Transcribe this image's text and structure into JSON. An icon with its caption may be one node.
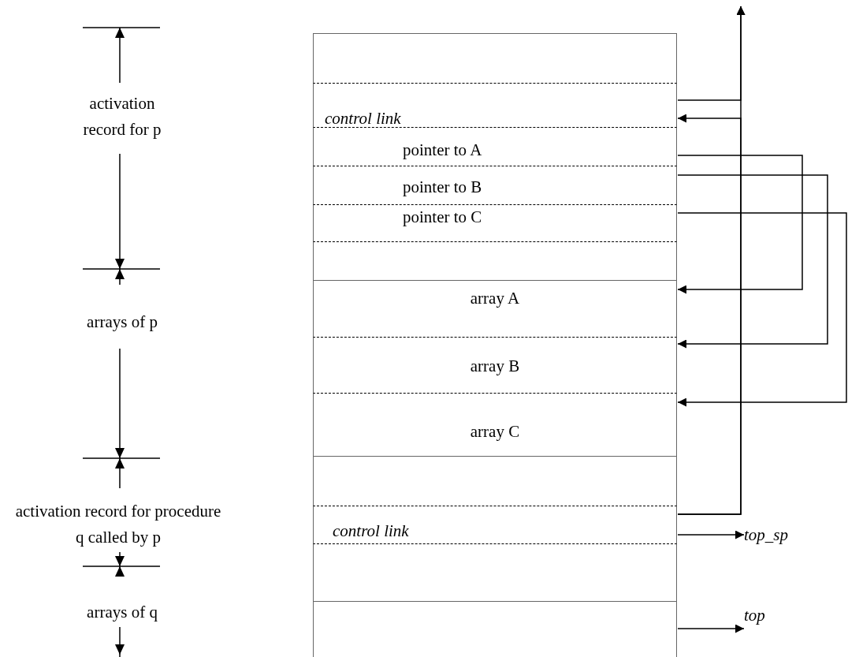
{
  "diagram": {
    "nodes": [
      {
        "text": [],
        "shape": "box"
      },
      {
        "text": [
          "control link"
        ]
      },
      {
        "text": [
          "pointer to A"
        ]
      },
      {
        "text": [
          "pointer to B"
        ]
      },
      {
        "text": [
          "pointer to C"
        ]
      },
      {
        "text": [],
        "shape": "box"
      },
      {
        "text": [
          "array A"
        ]
      },
      {
        "text": [
          "array B"
        ]
      },
      {
        "text": [
          "array C"
        ]
      },
      {
        "text": [],
        "shape": "box"
      },
      {
        "text": [
          "control link"
        ]
      },
      {
        "text": [],
        "shape": "box"
      },
      {
        "text": [],
        "shape": "box"
      },
      {
        "text": [
          "top_sp"
        ]
      },
      {
        "text": [
          "top"
        ]
      }
    ],
    "edges": [
      {
        "from": 2,
        "to": 6,
        "arrow": "to"
      },
      {
        "from": 3,
        "to": 7,
        "arrow": "to"
      },
      {
        "from": 4,
        "to": 8,
        "arrow": "to"
      },
      {
        "from": 10,
        "to": 1,
        "arrow": "to"
      },
      {
        "from": 10,
        "to": null,
        "arrow": "to"
      },
      {
        "from": 1,
        "to": null,
        "arrow": "to"
      },
      {
        "from": 10,
        "to": 13,
        "arrow": "to"
      },
      {
        "from": 12,
        "to": 14,
        "arrow": "to"
      }
    ],
    "labels": [
      "activation record for p",
      "arrays of p",
      "activation record for procedure q called by p",
      "arrays of q"
    ]
  }
}
